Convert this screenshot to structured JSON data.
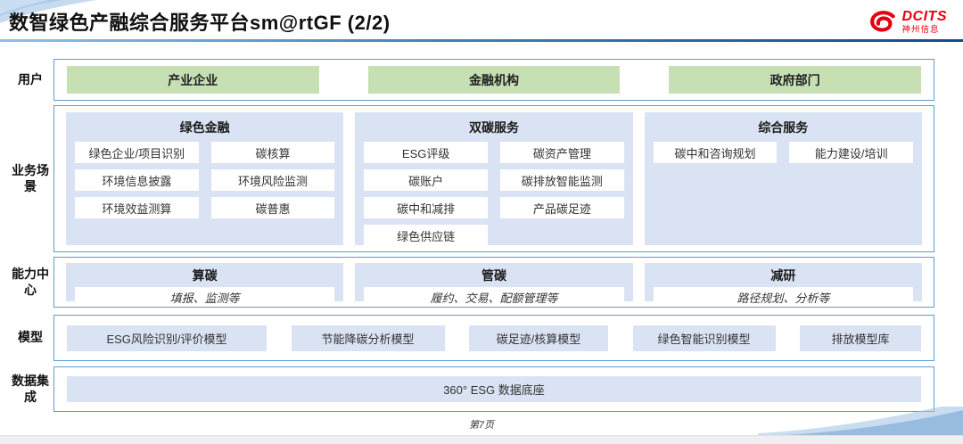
{
  "page": {
    "title": "数智绿色产融综合服务平台sm@rtGF (2/2)",
    "footer": "第7页"
  },
  "logo": {
    "brand": "DCITS",
    "company": "神州信息",
    "brand_color": "#e60012"
  },
  "colors": {
    "row_border_blue": "#5f9bd5",
    "panel_blue": "#dae3f3",
    "box_green": "#c6e0b4",
    "rule_gradient_dark": "#0f4d8f"
  },
  "users": {
    "label": "用户",
    "items": [
      "产业企业",
      "金融机构",
      "政府部门"
    ]
  },
  "scenarios": {
    "label": "业务场景",
    "columns": [
      {
        "title": "绿色金融",
        "items": [
          "绿色企业/项目识别",
          "碳核算",
          "环境信息披露",
          "环境风险监测",
          "环境效益测算",
          "碳普惠"
        ]
      },
      {
        "title": "双碳服务",
        "items": [
          "ESG评级",
          "碳资产管理",
          "碳账户",
          "碳排放智能监测",
          "碳中和减排",
          "产品碳足迹",
          "绿色供应链"
        ]
      },
      {
        "title": "综合服务",
        "items": [
          "碳中和咨询规划",
          "能力建设/培训"
        ]
      }
    ]
  },
  "capabilities": {
    "label": "能力中心",
    "columns": [
      {
        "title": "算碳",
        "desc": "填报、监测等"
      },
      {
        "title": "管碳",
        "desc": "履约、交易、配额管理等"
      },
      {
        "title": "减研",
        "desc": "路径规划、分析等"
      }
    ]
  },
  "models": {
    "label": "模型",
    "items": [
      "ESG风险识别/评价模型",
      "节能降碳分析模型",
      "碳足迹/核算模型",
      "绿色智能识别模型",
      "排放模型库"
    ]
  },
  "data_layer": {
    "label": "数据集成",
    "item": "360° ESG 数据底座"
  }
}
